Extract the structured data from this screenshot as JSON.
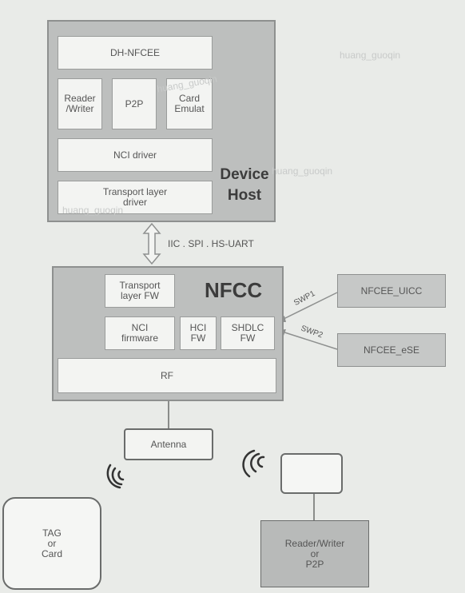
{
  "device_host": {
    "title": "Device\nHost",
    "dh_nfcee": "DH-NFCEE",
    "reader_writer": "Reader\n/Writer",
    "p2p": "P2P",
    "card_emulation": "Card\nEmulat",
    "nci_driver": "NCI driver",
    "transport_driver": "Transport layer\ndriver"
  },
  "interface_label": "IIC . SPI . HS-UART",
  "nfcc": {
    "title": "NFCC",
    "transport_fw": "Transport\nlayer FW",
    "nci_firmware": "NCI\nfirmware",
    "hci_fw": "HCI\nFW",
    "shdlc_fw": "SHDLC\nFW",
    "rf": "RF"
  },
  "swp1": "SWP1",
  "swp2": "SWP2",
  "nfcee_uicc": "NFCEE_UICC",
  "nfcee_ese": "NFCEE_eSE",
  "antenna": "Antenna",
  "tag": "TAG\nor\nCard",
  "reader": "Reader/Writer\nor\nP2P",
  "watermark": "huang_guoqin"
}
